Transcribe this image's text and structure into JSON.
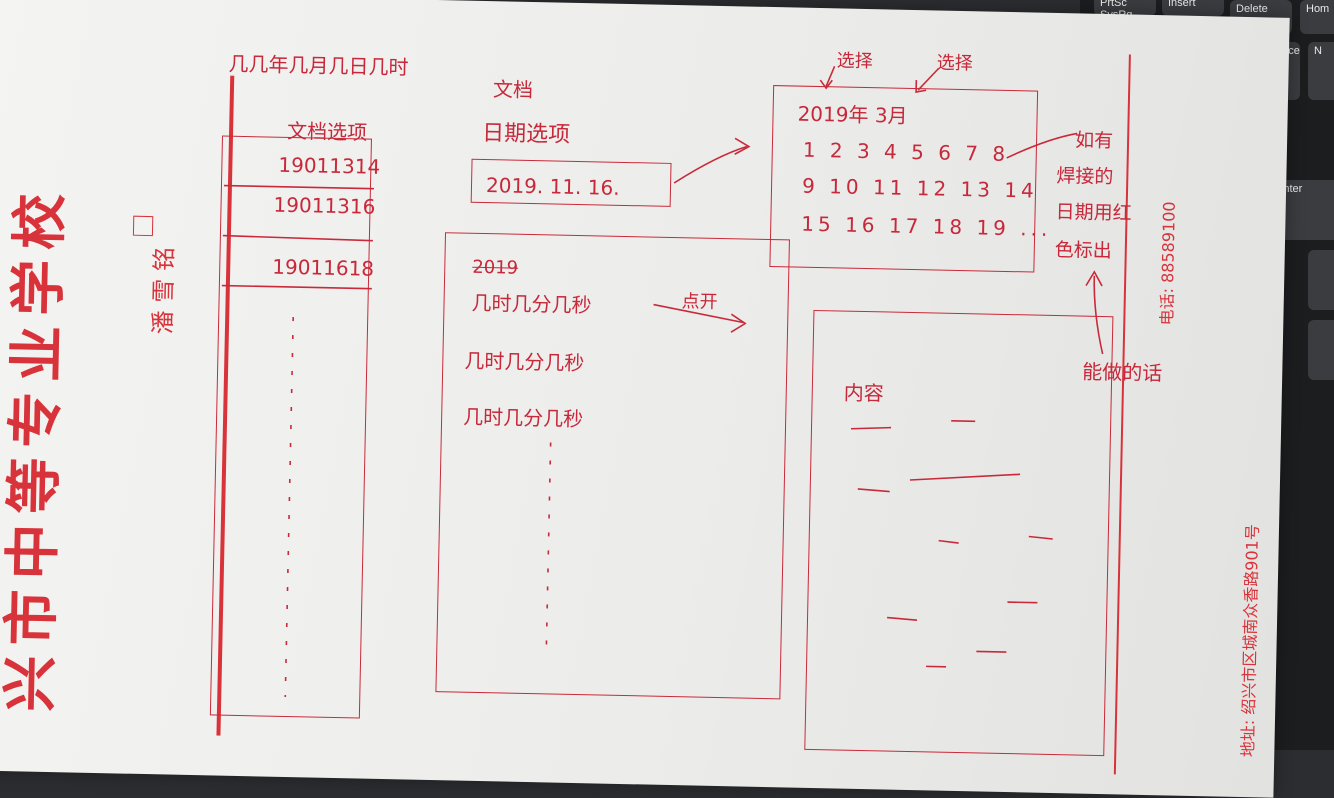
{
  "keyboard": {
    "keys": [
      "PrtSc SysRq",
      "Insert",
      "Delete",
      "Hom",
      "Backspace",
      "N",
      "Enter"
    ]
  },
  "letterhead": {
    "school_name": "兴市中等专业学校",
    "name_small": "潘 雪 铭",
    "phone": "电话: 88589100",
    "address": "地址: 绍兴市区城南众香路901号"
  },
  "sketch": {
    "datetime_top": "几几年几月几日几时",
    "left_panel": {
      "heading": "文档选项",
      "items": [
        "19011314",
        "19011316",
        "19011618"
      ]
    },
    "date_panel": {
      "heading1": "文档",
      "heading2": "日期选项",
      "date_value": "2019. 11. 16."
    },
    "time_panel": {
      "crossed": "2019",
      "rows": [
        "几时几分几秒",
        "几时几分几秒",
        "几时几分几秒"
      ],
      "open_label": "点开"
    },
    "calendar": {
      "select1": "选择",
      "select2": "选择",
      "month_title": "2019年  3月",
      "rows": [
        "1 2 3 4 5 6 7 8",
        "9 10 11 12 13 14",
        "15 16 17 18 19 ..."
      ]
    },
    "note": {
      "lines": [
        "如有",
        "焊接的",
        "日期用红",
        "色标出"
      ]
    },
    "content_panel": {
      "title": "内容"
    },
    "bottom_note": "能做的话"
  }
}
